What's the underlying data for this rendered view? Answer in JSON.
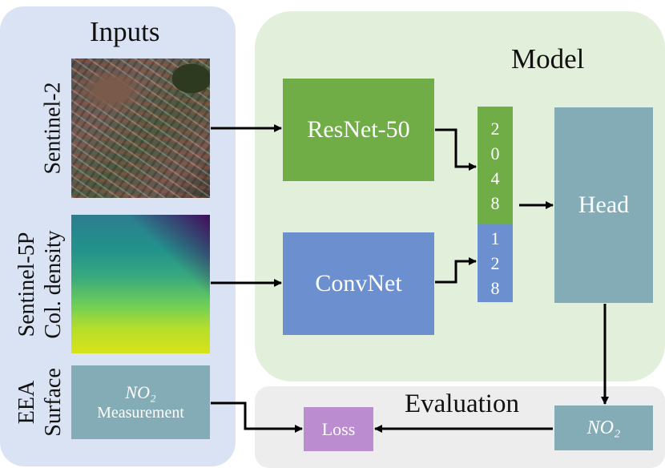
{
  "inputs": {
    "title": "Inputs",
    "sentinel2_label": "Sentinel-2",
    "sentinel5p_label_line1": "Sentinel-5P",
    "sentinel5p_label_line2": "Col. density",
    "eea_label_line1": "EEA",
    "eea_label_line2": "Surface",
    "measurement_formula": "NO₂",
    "measurement_text": "Measurement"
  },
  "model": {
    "title": "Model",
    "resnet_label": "ResNet-50",
    "convnet_label": "ConvNet",
    "feature_dim_1": [
      "2",
      "0",
      "4",
      "8"
    ],
    "feature_dim_2": [
      "1",
      "2",
      "8"
    ],
    "head_label": "Head"
  },
  "evaluation": {
    "title": "Evaluation",
    "loss_label": "Loss",
    "output_label": "NO₂"
  },
  "colors": {
    "inputs_panel": "#dae3f3",
    "model_panel": "#e2efda",
    "evaluation_panel": "#ededed",
    "resnet": "#70ad47",
    "convnet": "#6b8fcf",
    "head": "#84acb6",
    "loss": "#bb8ccf"
  }
}
